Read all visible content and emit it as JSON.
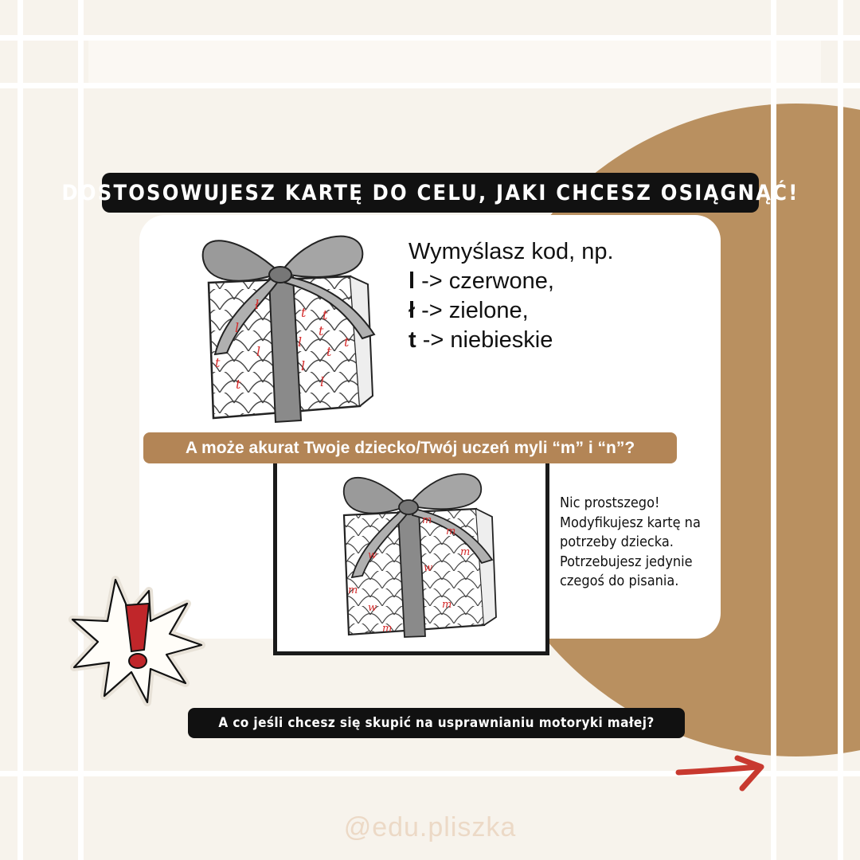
{
  "title": "DOSTOSOWUJESZ KARTĘ DO CELU, JAKI CHCESZ OSIĄGNĄĆ!",
  "code_block": {
    "intro": "Wymyślasz kod, np.",
    "lines": [
      {
        "letter": "l",
        "text": " -> czerwone,"
      },
      {
        "letter": "ł",
        "text": " -> zielone,"
      },
      {
        "letter": "t",
        "text": " -> niebieskie"
      }
    ]
  },
  "gift1": {
    "letters": [
      "ł",
      "t",
      "t",
      "l",
      "t",
      "l",
      "t",
      "l",
      "t",
      "t",
      "l",
      "t",
      "l",
      "t"
    ]
  },
  "mn_question": "A może akurat Twoje dziecko/Twój uczeń myli “m” i “n”?",
  "gift2": {
    "letters": [
      "m",
      "m",
      "m",
      "w",
      "w",
      "w",
      "m",
      "m",
      "m",
      "w"
    ]
  },
  "nic_text": [
    "Nic prostszego!",
    "Modyfikujesz kartę na",
    "potrzeby dziecka.",
    "Potrzebujesz jedynie",
    "czegoś do pisania."
  ],
  "motor_question": "A co jeśli chcesz się skupić na usprawnianiu motoryki małej?",
  "handle": "@edu.pliszka",
  "colors": {
    "background": "#f7f3ec",
    "brown": "#b38556",
    "black": "#111111",
    "red_letters": "#d42a2a",
    "arrow_red": "#c8392f"
  },
  "icons": {
    "exclamation": "exclamation-burst-icon",
    "arrow": "arrow-right-icon"
  }
}
